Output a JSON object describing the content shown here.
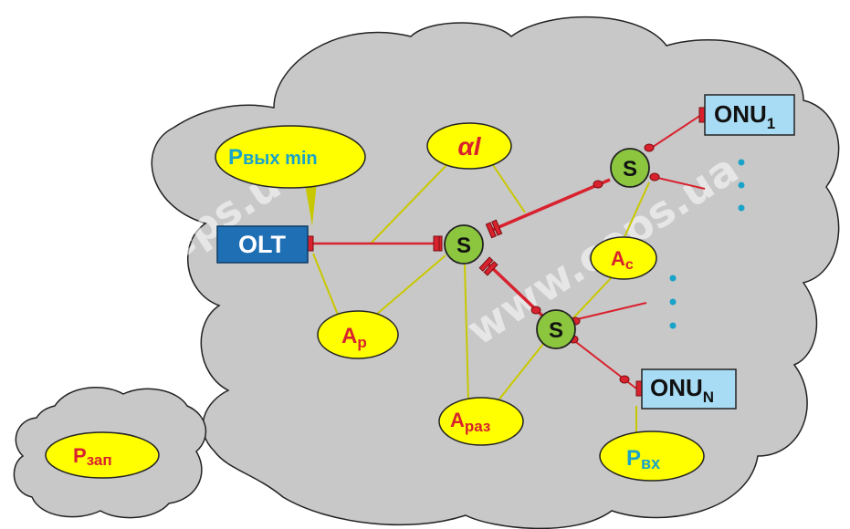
{
  "watermark": "www.ceps.ua",
  "nodes": {
    "olt": "OLT",
    "onu_first": {
      "base": "ONU",
      "sub": "1"
    },
    "onu_last": {
      "base": "ONU",
      "sub": "N"
    },
    "splitter_label": "S"
  },
  "bubbles": {
    "p_out_min": {
      "base": "P",
      "sub": "вых min"
    },
    "alpha_l": {
      "base": "α",
      "sub": "l"
    },
    "a_p": {
      "base": "A",
      "sub": "p"
    },
    "a_c": {
      "base": "A",
      "sub": "c"
    },
    "a_raz": {
      "base": "A",
      "sub": "раз"
    },
    "p_in": {
      "base": "P",
      "sub": "вх"
    },
    "p_reserve": {
      "base": "P",
      "sub": "зап"
    }
  },
  "colors": {
    "cloud_fill": "#c8c8c8",
    "cloud_stroke": "#222222",
    "fiber": "#d8222e",
    "olt_fill": "#1f6fb5",
    "onu_fill": "#a8dcf5",
    "splitter_fill": "#8cc63f",
    "bubble_fill": "#ffff00",
    "bubble_leader": "#c8c800",
    "label_red": "#d8222e",
    "label_cyan": "#1aa3c9",
    "dots": "#1aa3c9"
  },
  "icons": {
    "connector": "connector-icon",
    "splitter": "splitter-icon"
  }
}
